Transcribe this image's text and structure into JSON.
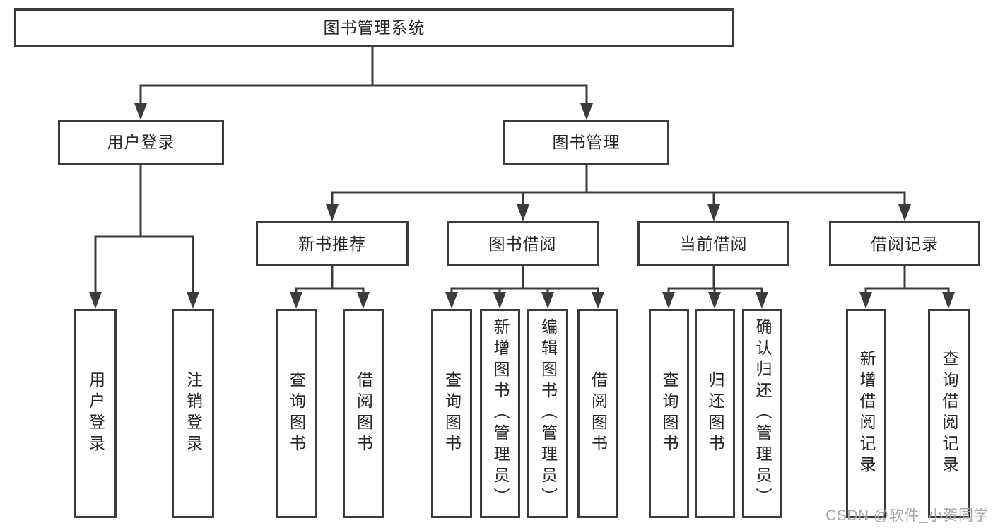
{
  "diagram_title": "图书管理系统",
  "nodes": {
    "root": "图书管理系统",
    "user_login": "用户登录",
    "book_mgmt": "图书管理",
    "leaf_user_login": "用户登录",
    "leaf_logout": "注销登录",
    "new_book_rec": "新书推荐",
    "book_borrow": "图书借阅",
    "current_borrow": "当前借阅",
    "borrow_record": "借阅记录",
    "nbr_query_book": "查询图书",
    "nbr_borrow_book": "借阅图书",
    "bb_query_book": "查询图书",
    "bb_add_book": "新增图书（管理员）",
    "bb_edit_book": "编辑图书（管理员）",
    "bb_borrow_book": "借阅图书",
    "cb_query_book": "查询图书",
    "cb_return_book": "归还图书",
    "cb_confirm_return": "确认归还（管理员）",
    "br_add_record": "新增借阅记录",
    "br_query_record": "查询借阅记录"
  },
  "hierarchy": {
    "root": [
      "user_login",
      "book_mgmt"
    ],
    "user_login": [
      "leaf_user_login",
      "leaf_logout"
    ],
    "book_mgmt": [
      "new_book_rec",
      "book_borrow",
      "current_borrow",
      "borrow_record"
    ],
    "new_book_rec": [
      "nbr_query_book",
      "nbr_borrow_book"
    ],
    "book_borrow": [
      "bb_query_book",
      "bb_add_book",
      "bb_edit_book",
      "bb_borrow_book"
    ],
    "current_borrow": [
      "cb_query_book",
      "cb_return_book",
      "cb_confirm_return"
    ],
    "borrow_record": [
      "br_add_record",
      "br_query_record"
    ]
  },
  "watermark": "CSDN @软件_小贺同学",
  "colors": {
    "line": "#3b3b3b",
    "box_border": "#3b3b3b",
    "text": "#262626",
    "watermark": "#a3a7b0",
    "background": "#ffffff"
  }
}
